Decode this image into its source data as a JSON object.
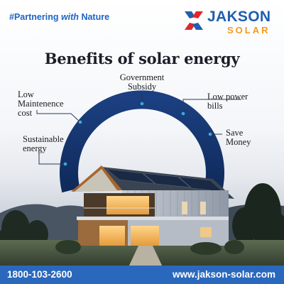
{
  "header": {
    "tagline_prefix": "#Partnering",
    "tagline_italic": "with",
    "tagline_suffix": "Nature"
  },
  "logo": {
    "word1": "JAKSON",
    "word2": "SOLAR"
  },
  "title": "Benefits of solar energy",
  "benefits": {
    "government": [
      "Government",
      "Subsidy"
    ],
    "maintenance": [
      "Low",
      "Maintenence",
      "cost"
    ],
    "bills": [
      "Low power",
      "bills"
    ],
    "sustainable": [
      "Sustainable",
      "energy"
    ],
    "money": [
      "Save",
      "Money"
    ]
  },
  "footer": {
    "phone": "1800-103-2600",
    "website": "www.jakson-solar.com"
  },
  "colors": {
    "brand_blue": "#1f5fae",
    "tagline_blue": "#1e63c6",
    "brand_orange": "#f29a1d",
    "arc_navy": "#14336b",
    "footer_blue": "#2a68bd"
  },
  "icons": [
    "jakson-logo-mark-icon"
  ]
}
